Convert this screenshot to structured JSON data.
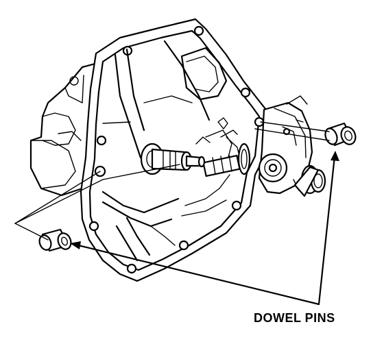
{
  "callout": {
    "label": "DOWEL PINS"
  },
  "colors": {
    "ink": "#000000",
    "paper": "#ffffff"
  },
  "parts": [
    {
      "name": "transmission-case",
      "shown": true
    },
    {
      "name": "dowel-pin",
      "count": 2
    }
  ]
}
